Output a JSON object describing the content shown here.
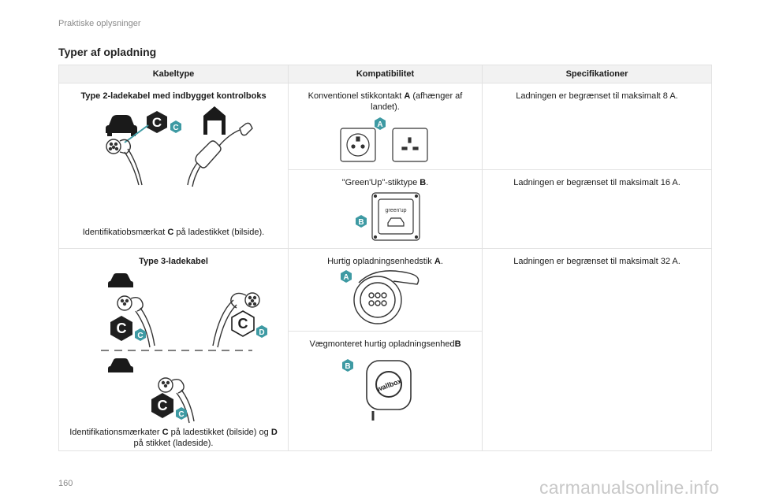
{
  "header": {
    "section": "Praktiske oplysninger"
  },
  "title": "Typer af opladning",
  "table": {
    "columns": [
      "Kabeltype",
      "Kompatibilitet",
      "Specifikationer"
    ],
    "row1": {
      "cable": "Type 2-ladekabel med indbygget kontrolboks",
      "caption_pre": "Identifikatiobsmærkat ",
      "caption_mark": "C",
      "caption_post": " på ladestikket (bilside).",
      "badge_c": "C",
      "sub1": {
        "compat_pre": "Konventionel stikkontakt ",
        "compat_mark": "A",
        "compat_post": " (afhænger af landet).",
        "badge": "A",
        "spec": "Ladningen er begrænset til maksimalt 8 A."
      },
      "sub2": {
        "compat_pre": "\"Green'Up\"-stiktype ",
        "compat_mark": "B",
        "compat_post": ".",
        "badge": "B",
        "greenup_label": "green'up",
        "spec": "Ladningen er begrænset til maksimalt 16 A."
      }
    },
    "row2": {
      "cable": "Type 3-ladekabel",
      "caption_pre": "Identifikationsmærkater ",
      "caption_mark1": "C",
      "caption_mid": " på ladestikket (bilside) og ",
      "caption_mark2": "D",
      "caption_post": " på stikket (ladeside).",
      "badge_c": "C",
      "badge_d": "D",
      "sub1": {
        "compat_pre": "Hurtig opladningsenhedstik ",
        "compat_mark": "A",
        "compat_post": ".",
        "badge": "A",
        "spec": "Ladningen er begrænset til maksimalt 32 A."
      },
      "sub2": {
        "compat_pre": "Vægmonteret hurtig opladningsenhed",
        "compat_mark": "B",
        "badge": "B",
        "wallbox_label": "wallbox"
      }
    }
  },
  "footer": {
    "page_number": "160",
    "watermark": "carmanualsonline.info"
  },
  "colors": {
    "badge": "#3e9aa3",
    "hex_tag": "#1f1f1f",
    "border": "#e2e2e2",
    "header_bg": "#f2f2f2"
  }
}
